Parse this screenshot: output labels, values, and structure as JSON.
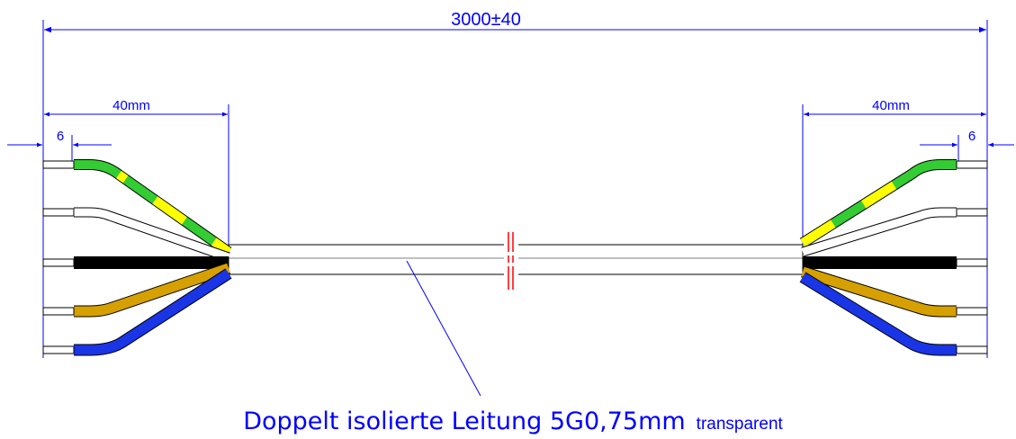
{
  "dimensions": {
    "overall_length": "3000±40",
    "strip_left": "40mm",
    "strip_right": "40mm",
    "wire_strip_left": "6",
    "wire_strip_right": "6"
  },
  "caption": {
    "main": "Doppelt isolierte Leitung 5G0,75mm",
    "suffix": "transparent"
  },
  "cable": {
    "core_count": 5,
    "core_colors": {
      "green_yellow": [
        "#33cc33",
        "#ffff00"
      ],
      "white": "#ffffff",
      "black": "#000000",
      "brown": "#d6a000",
      "blue": "#1a35e6"
    },
    "dimension_color": "#0000ff",
    "break_mark_color": "#ff0000"
  }
}
